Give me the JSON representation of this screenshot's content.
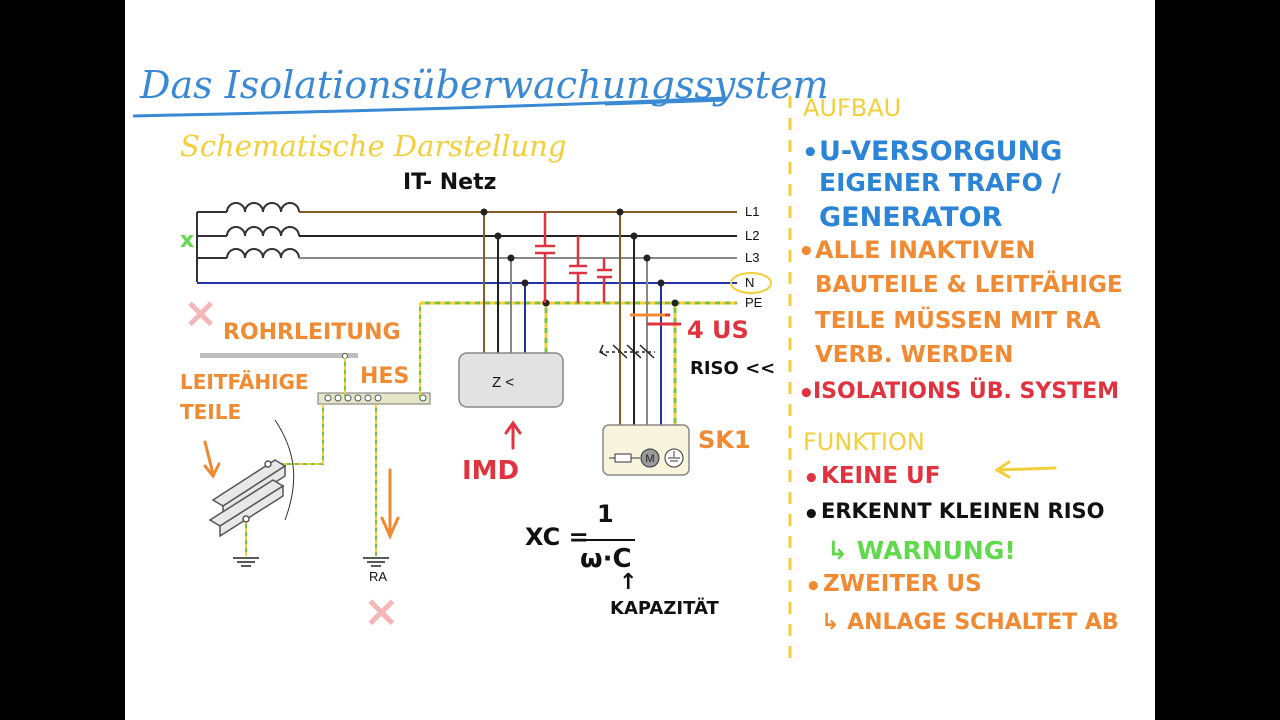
{
  "page": {
    "title": "Das Isolationsüberwachungssystem",
    "subtitle": "Schematische Darstellung"
  },
  "diagram": {
    "network_label": "IT- Netz",
    "transformer_mark": "x",
    "conductors": [
      "L1",
      "L2",
      "L3",
      "N",
      "PE"
    ],
    "imd_box_label": "Z <",
    "imd_label": "IMD",
    "sk1_label": "SK1",
    "us_label": "4 US",
    "riso_label": "RISO <<",
    "rohrleitung": "ROHRLEITUNG",
    "leitfaehige_teile": [
      "LEITFÄHIGE",
      "TEILE"
    ],
    "hes_label": "HES",
    "ra_label": "RA",
    "cross_mark": "×",
    "formula": {
      "lhs": "XC =",
      "numerator": "1",
      "denominator": "ω·C",
      "arrow": "↑",
      "note": "KAPAZITÄT"
    }
  },
  "aufbau": {
    "heading": "AUFBAU",
    "items": [
      [
        "U-VERSORGUNG",
        "EIGENER TRAFO /",
        "GENERATOR"
      ],
      [
        "ALLE INAKTIVEN",
        "BAUTEILE & LEITFÄHIGE",
        "TEILE MÜSSEN MIT RA",
        "VERB. WERDEN"
      ],
      [
        "ISOLATIONS ÜB. SYSTEM"
      ]
    ]
  },
  "funktion": {
    "heading": "FUNKTION",
    "items": [
      "KEINE UF",
      "ERKENNT KLEINEN RISO",
      "↳ WARNUNG!",
      "ZWEITER US",
      "↳ ANLAGE SCHALTET AB"
    ]
  },
  "bullet": "•",
  "colors": {
    "title_blue": "#3a89d4",
    "subtitle_yellow": "#f2cf3b",
    "orange": "#f08a33",
    "blue": "#2b84d6",
    "red": "#e0333f",
    "green": "#61d94d",
    "brown": "#8b5a2b",
    "neutral_blue": "#2233aa",
    "pe_green": "#7cc242",
    "pe_yellow": "#f2cf3b"
  }
}
